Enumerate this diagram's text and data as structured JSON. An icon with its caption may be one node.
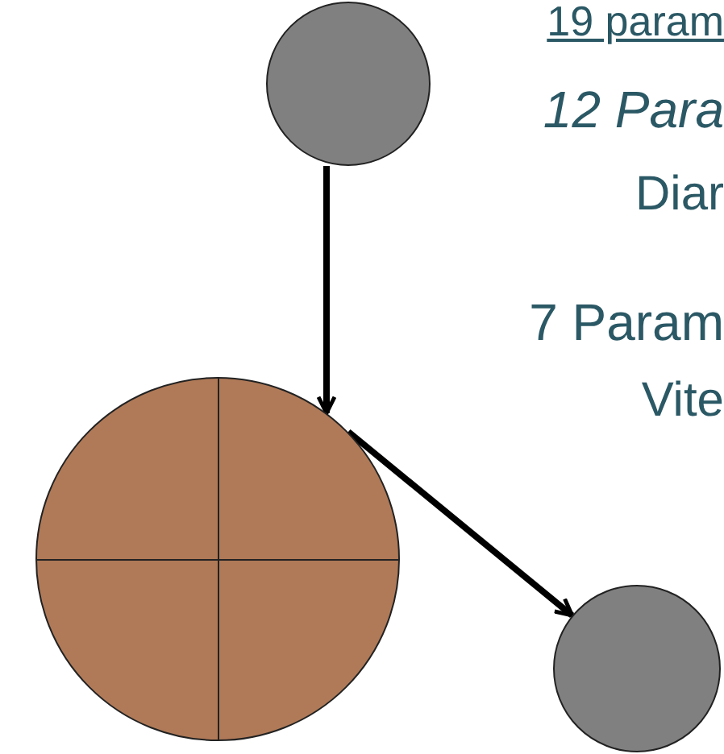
{
  "diagram": {
    "nodes": [
      {
        "text": [],
        "shape": "circle"
      },
      {
        "text": [],
        "shape": "circle"
      },
      {
        "text": [],
        "shape": "circle"
      }
    ],
    "edges": [
      {
        "from": 0,
        "to": 1,
        "arrow": "to"
      },
      {
        "from": 1,
        "to": 2,
        "arrow": "to"
      }
    ],
    "labels": [
      "19 param",
      "12 Para",
      "Diar",
      "7 Param",
      "Vite"
    ]
  }
}
